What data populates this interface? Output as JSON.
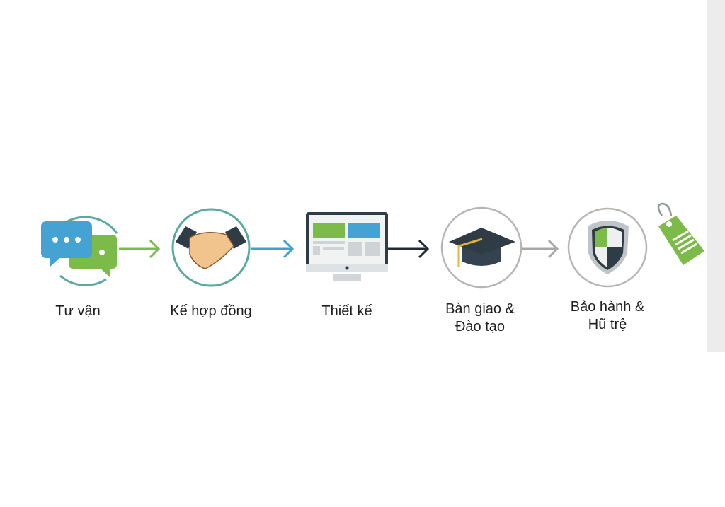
{
  "steps": [
    {
      "label": "Tư vận",
      "icon": "chat-bubbles-icon"
    },
    {
      "label": "Kế hợp đồng",
      "icon": "handshake-icon"
    },
    {
      "label": "Thiết kế",
      "icon": "monitor-icon"
    },
    {
      "label_line1": "Bàn giao &",
      "label_line2": "Đào tạo",
      "icon": "graduation-cap-icon"
    },
    {
      "label_line1": "Bảo hành &",
      "label_line2": "Hũ trệ",
      "icon": "shield-icon"
    }
  ],
  "colors": {
    "green": "#7cbb4a",
    "blue": "#3f9fd0",
    "teal": "#5aa99f",
    "dark": "#2f3b45",
    "grey": "#b5b5b5"
  }
}
